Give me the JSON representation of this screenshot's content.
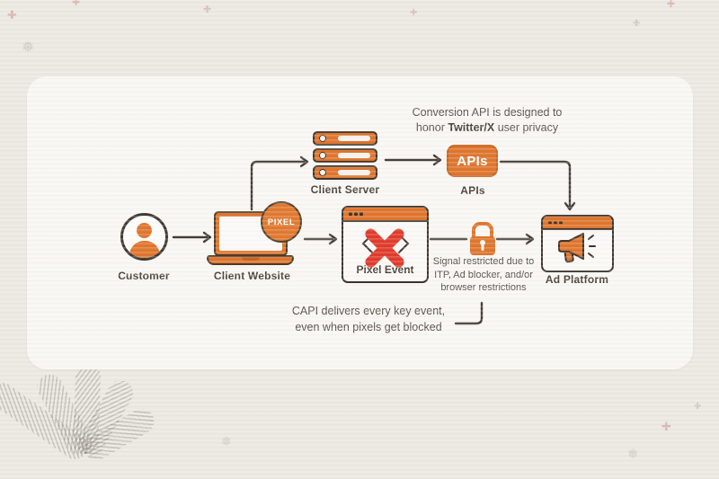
{
  "colors": {
    "accent_orange": "#DF742C",
    "outline_dark": "#3C332B",
    "blocked_red": "#E0392B",
    "card_bg": "#F9F7F3",
    "page_bg": "#ECE8E2",
    "label_text": "#4B4239",
    "note_text": "#57514B"
  },
  "nodes": {
    "customer": {
      "label": "Customer",
      "icon": "person-icon"
    },
    "client_website": {
      "label": "Client Website",
      "badge": "PIXEL",
      "icon": "laptop-icon"
    },
    "client_server": {
      "label": "Client Server",
      "icon": "server-stack-icon"
    },
    "apis": {
      "box_text": "APIs",
      "label": "APIs",
      "icon": "api-box"
    },
    "pixel_event": {
      "label": "Pixel Event",
      "icon": "blocked-code-icon"
    },
    "lock": {
      "icon": "lock-icon"
    },
    "ad_platform": {
      "label": "Ad Platform",
      "icon": "megaphone-icon"
    }
  },
  "annotations": {
    "conversion_note": {
      "line1": "Conversion API is designed to",
      "line2_pre": "honor ",
      "line2_bold": "Twitter/X",
      "line2_post": " user privacy"
    },
    "signal_note": {
      "line1": "Signal restricted due to",
      "line2": "ITP, Ad blocker, and/or",
      "line3": "browser restrictions"
    },
    "capi_note": {
      "line1": "CAPI delivers every key event,",
      "line2": "even when pixels get blocked"
    }
  },
  "decor": {
    "snowflake_glyph": "❅",
    "cross_glyph": "✚"
  }
}
